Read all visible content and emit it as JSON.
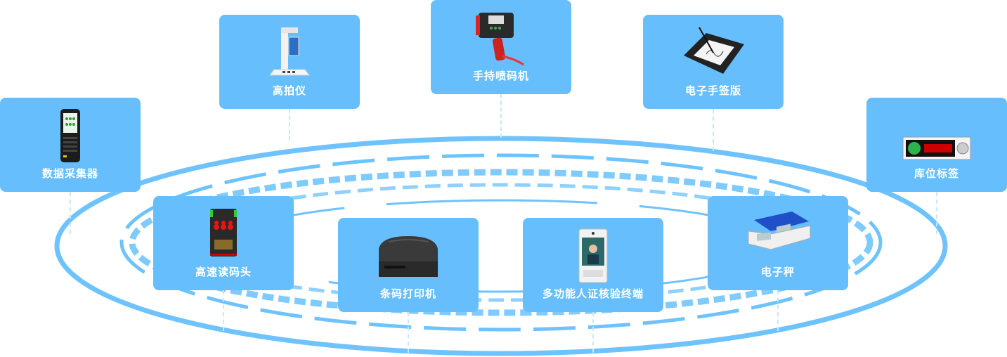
{
  "devices": [
    {
      "label": "数据采集器",
      "icon": "handheld-terminal-icon"
    },
    {
      "label": "高拍仪",
      "icon": "document-camera-icon"
    },
    {
      "label": "手持喷码机",
      "icon": "handheld-inkjet-printer-icon"
    },
    {
      "label": "电子手签版",
      "icon": "signature-pad-icon"
    },
    {
      "label": "库位标签",
      "icon": "location-tag-icon"
    },
    {
      "label": "高速读码头",
      "icon": "barcode-reader-icon"
    },
    {
      "label": "条码打印机",
      "icon": "barcode-printer-icon"
    },
    {
      "label": "多功能人证核验终端",
      "icon": "id-verification-terminal-icon"
    },
    {
      "label": "电子秤",
      "icon": "electronic-scale-icon"
    }
  ],
  "colors": {
    "card": "#66bffc",
    "ring": "#6ec3fd",
    "connector": "#c8e6fd"
  }
}
